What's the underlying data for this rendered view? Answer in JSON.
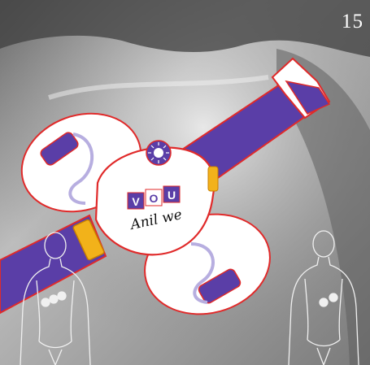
{
  "page_number": "15",
  "device": {
    "brand_letters": [
      "V",
      "O",
      "U"
    ],
    "signature": "Anil we"
  },
  "colors": {
    "strap": "#5a3ea7",
    "outline": "#e02a2a",
    "buckle": "#f2b21a",
    "body": "#ffffff",
    "skin_dark": "#4a4a4a",
    "skin_light": "#c8c8c8"
  },
  "icons": [
    "body-outline-icon",
    "body-outline-icon",
    "dial-icon"
  ]
}
